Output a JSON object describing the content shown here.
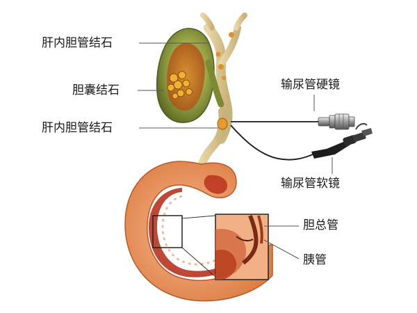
{
  "labels": {
    "intrahepatic_stone_top": "肝内胆管结石",
    "gallbladder_stone": "胆囊结石",
    "intrahepatic_stone_mid": "肝内胆管结石",
    "rigid_ureteroscope": "输尿管硬镜",
    "flexible_ureteroscope": "输尿管软镜",
    "common_bile_duct": "胆总管",
    "pancreatic_duct": "胰管"
  },
  "colors": {
    "gallbladder": "#7a8a3a",
    "gallbladder_inner": "#c8731f",
    "stone": "#e2a028",
    "duodenum_outer": "#e9935a",
    "duodenum_inner": "#b8331f",
    "instrument": "#333333",
    "leader_line": "#555555"
  }
}
